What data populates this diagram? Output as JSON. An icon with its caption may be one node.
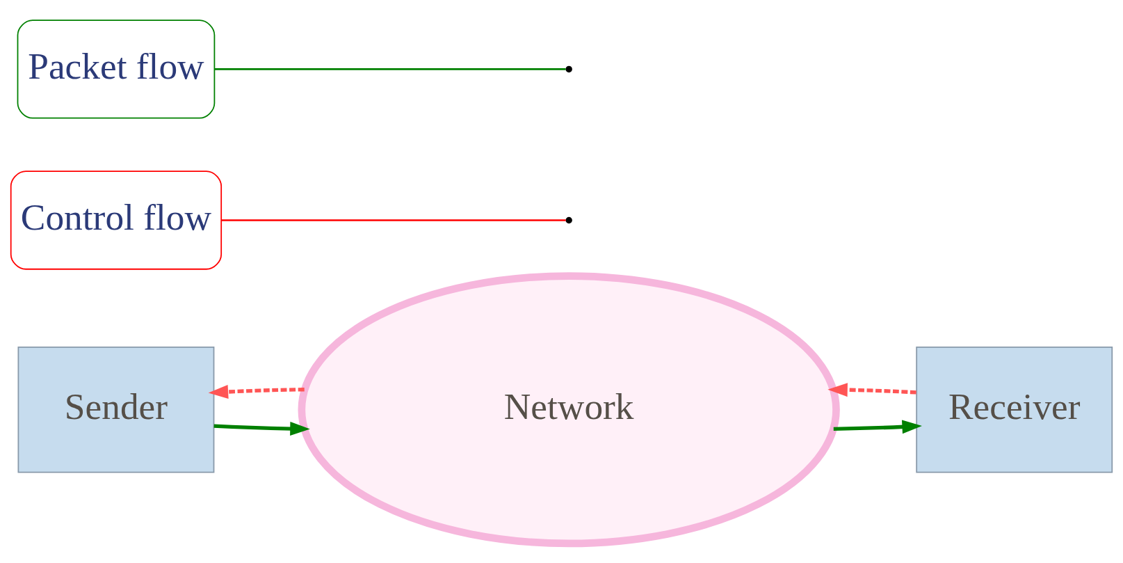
{
  "diagram": {
    "nodes": [
      {
        "text": [
          "Sender"
        ]
      },
      {
        "text": [
          "Network"
        ]
      },
      {
        "text": [
          "Receiver"
        ]
      },
      {
        "text": [
          "Control flow"
        ]
      },
      {
        "text": [
          "Packet flow"
        ]
      }
    ],
    "edges": [
      {
        "from": 1,
        "to": 0,
        "arrow": "to",
        "style": "dashed",
        "color": "#ff5555"
      },
      {
        "from": 0,
        "to": 1,
        "arrow": "to",
        "color": "#008000"
      },
      {
        "from": 2,
        "to": 1,
        "arrow": "to",
        "style": "dashed",
        "color": "#ff5555"
      },
      {
        "from": 1,
        "to": 2,
        "arrow": "to",
        "color": "#008000"
      },
      {
        "from": 3,
        "to": null,
        "arrow": "none",
        "color": "#ff0000"
      },
      {
        "from": 4,
        "to": null,
        "arrow": "none",
        "color": "#008000"
      }
    ]
  }
}
